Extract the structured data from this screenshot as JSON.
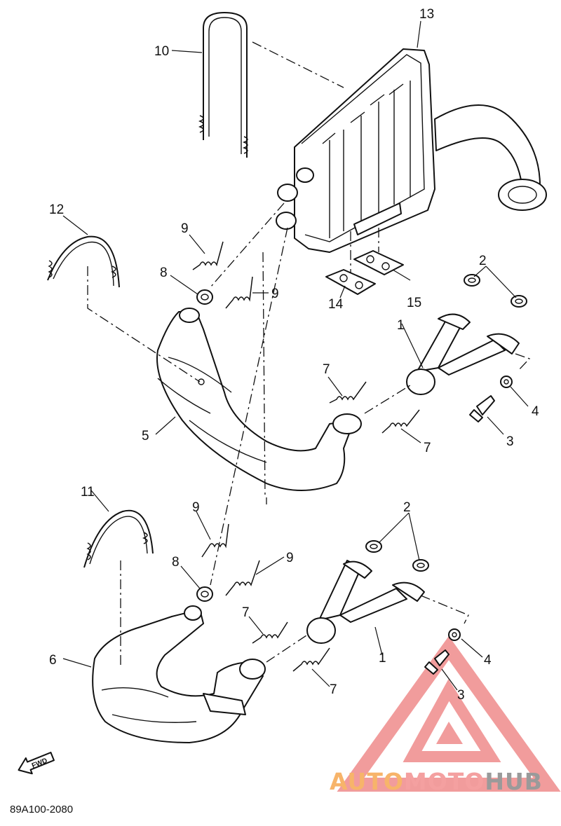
{
  "diagram": {
    "callouts": {
      "c1a": "1",
      "c1b": "1",
      "c2a": "2",
      "c2b": "2",
      "c3a": "3",
      "c3b": "3",
      "c4a": "4",
      "c4b": "4",
      "c5": "5",
      "c6": "6",
      "c7a": "7",
      "c7b": "7",
      "c7c": "7",
      "c7d": "7",
      "c8a": "8",
      "c8b": "8",
      "c9a": "9",
      "c9b": "9",
      "c9c": "9",
      "c9d": "9",
      "c10": "10",
      "c11": "11",
      "c12": "12",
      "c13": "13",
      "c14": "14",
      "c15": "15"
    },
    "direction_label": "FWD",
    "diagram_code": "89A100-2080"
  },
  "watermark": {
    "brand_part1": "AUTO",
    "brand_part2": "MOTO",
    "brand_part3": "HUB",
    "colors": {
      "auto": "#f7b46a",
      "moto": "#f4a0a0",
      "hub": "#9a9a9a",
      "triangle": "#ef8b8b"
    }
  }
}
